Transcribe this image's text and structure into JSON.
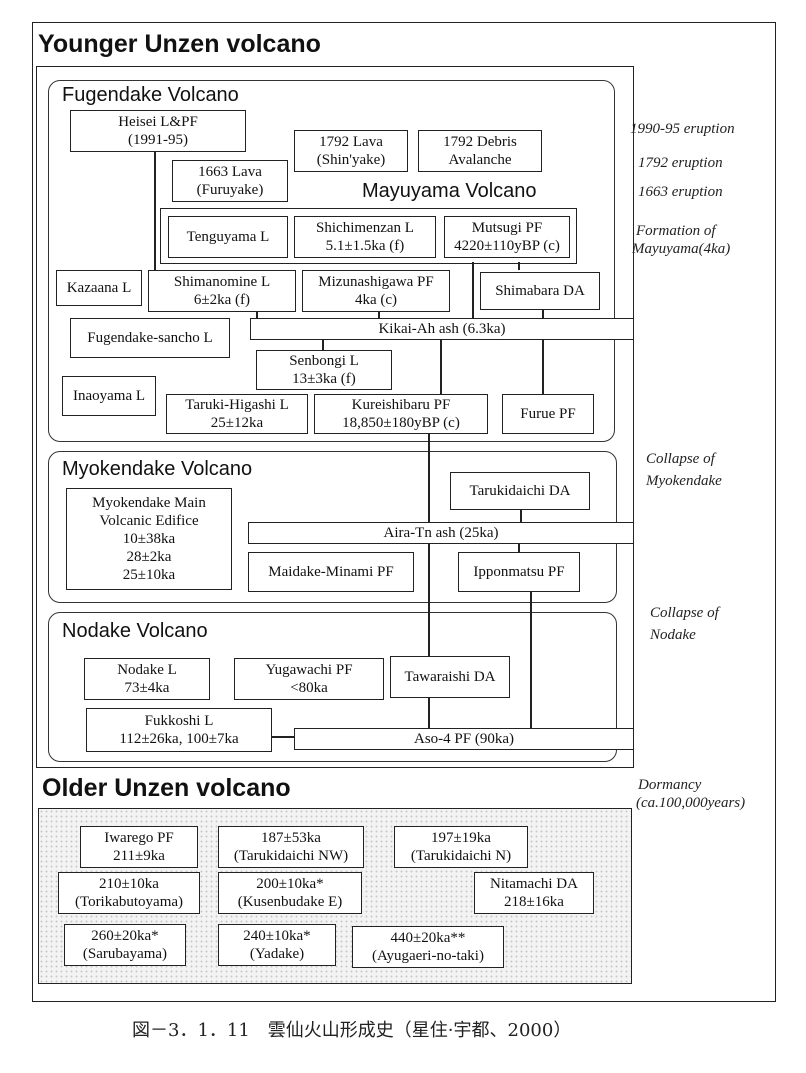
{
  "headings": {
    "younger": "Younger Unzen volcano",
    "fugendake": "Fugendake Volcano",
    "mayuyama": "Mayuyama Volcano",
    "myokendake": "Myokendake Volcano",
    "nodake": "Nodake Volcano",
    "older": "Older Unzen volcano"
  },
  "units": {
    "heisei": [
      "Heisei L&PF",
      "(1991-95)"
    ],
    "lava1792": [
      "1792 Lava",
      "(Shin'yake)"
    ],
    "debris1792": [
      "1792 Debris",
      "Avalanche"
    ],
    "lava1663": [
      "1663 Lava",
      "(Furuyake)"
    ],
    "tenguyama": [
      "Tenguyama L"
    ],
    "shichimenzan": [
      "Shichimenzan L",
      "5.1±1.5ka (f)"
    ],
    "mutsugi": [
      "Mutsugi PF",
      "4220±110yBP (c)"
    ],
    "kazaana": [
      "Kazaana L"
    ],
    "shimanomine": [
      "Shimanomine L",
      "6±2ka (f)"
    ],
    "mizunashigawa": [
      "Mizunashigawa PF",
      "4ka (c)"
    ],
    "shimabara": [
      "Shimabara DA"
    ],
    "sancho": [
      "Fugendake-sancho L"
    ],
    "senbongi": [
      "Senbongi L",
      "13±3ka (f)"
    ],
    "inaoyama": [
      "Inaoyama L"
    ],
    "taruki": [
      "Taruki-Higashi L",
      "25±12ka"
    ],
    "kureishibaru": [
      "Kureishibaru PF",
      "18,850±180yBP (c)"
    ],
    "furue": [
      "Furue PF"
    ],
    "myokendake_main": [
      "Myokendake Main",
      "Volcanic Edifice",
      "10±38ka",
      "28±2ka",
      "25±10ka"
    ],
    "tarukidaichi": [
      "Tarukidaichi DA"
    ],
    "maidake": [
      "Maidake-Minami PF"
    ],
    "ipponmatsu": [
      "Ipponmatsu PF"
    ],
    "nodake_l": [
      "Nodake L",
      "73±4ka"
    ],
    "yugawachi": [
      "Yugawachi PF",
      "<80ka"
    ],
    "tawaraishi": [
      "Tawaraishi DA"
    ],
    "fukkoshi": [
      "Fukkoshi L",
      "112±26ka, 100±7ka"
    ]
  },
  "ash_layers": {
    "kikai": "Kikai-Ah ash (6.3ka)",
    "aira": "Aira-Tn ash (25ka)",
    "aso": "Aso-4 PF (90ka)"
  },
  "older_units": {
    "iwarego": [
      "Iwarego PF",
      "211±9ka"
    ],
    "tarukidaichi_nw": [
      "187±53ka",
      "(Tarukidaichi NW)"
    ],
    "tarukidaichi_n": [
      "197±19ka",
      "(Tarukidaichi N)"
    ],
    "torikabutoyama": [
      "210±10ka",
      "(Torikabutoyama)"
    ],
    "kusenbudake": [
      "200±10ka*",
      "(Kusenbudake E)"
    ],
    "nitamachi": [
      "Nitamachi DA",
      "218±16ka"
    ],
    "sarubayama": [
      "260±20ka*",
      "(Sarubayama)"
    ],
    "yadake": [
      "240±10ka*",
      "(Yadake)"
    ],
    "ayugaeri": [
      "440±20ka**",
      "(Ayugaeri-no-taki)"
    ]
  },
  "events": {
    "e1990": "1990-95 eruption",
    "e1792": "1792 eruption",
    "e1663": "1663 eruption",
    "mayu1": "Formation of",
    "mayu2": "Mayuyama(4ka)",
    "myoken1": "Collapse of",
    "myoken2": "Myokendake",
    "nodake1": "Collapse of",
    "nodake2": "Nodake",
    "dormancy1": "Dormancy",
    "dormancy2": "(ca.100,000years)"
  },
  "caption": "図－3．1．11　雲仙火山形成史（星住·宇都、2000）"
}
